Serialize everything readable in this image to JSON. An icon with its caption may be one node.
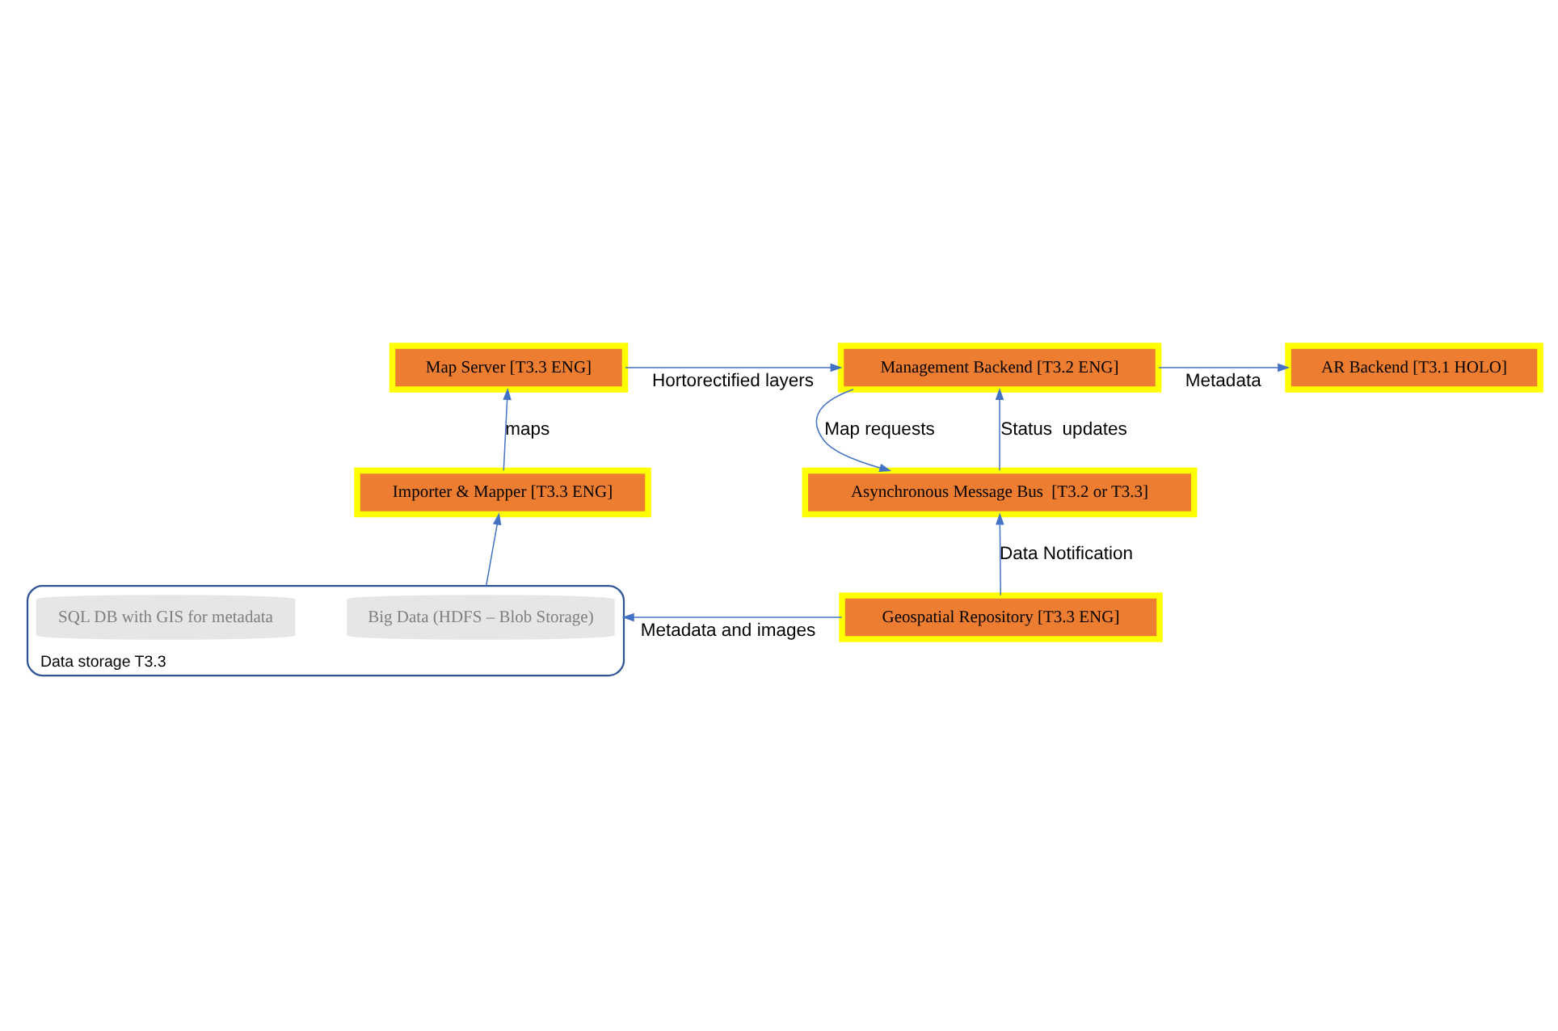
{
  "diagram": {
    "nodes": [
      {
        "text": [
          "AR Backend [T3.1 HOLO]"
        ]
      },
      {
        "text": [
          "Management Backend [T3.2 ENG]"
        ]
      },
      {
        "text": [
          "Map Server [T3.3 ENG]"
        ]
      },
      {
        "text": [
          "Asynchronous Message Bus  [T3.2 or T3.3]"
        ]
      },
      {
        "text": [
          "Importer & Mapper [T3.3 ENG]"
        ]
      },
      {
        "text": [
          "Geospatial Repository [T3.3 ENG]"
        ]
      },
      {
        "text": [
          "Data storage T3.3"
        ]
      },
      {
        "text": [
          "Big Data (HDFS – Blob Storage)"
        ],
        "in": 6
      },
      {
        "text": [
          "SQL DB with GIS for metadata"
        ],
        "in": 6
      }
    ],
    "edges": [
      {
        "from": 1,
        "to": 0,
        "arrow": "to",
        "label": "Metadata"
      },
      {
        "from": 2,
        "to": 1,
        "arrow": "to",
        "label": "Hortorectified layers"
      },
      {
        "from": 1,
        "to": 3,
        "arrow": "to",
        "label": "Map requests"
      },
      {
        "from": 3,
        "to": 1,
        "arrow": "to",
        "label": "Status  updates"
      },
      {
        "from": 4,
        "to": 2,
        "arrow": "to",
        "label": "maps"
      },
      {
        "from": 5,
        "to": 3,
        "arrow": "to",
        "label": "Data Notification"
      },
      {
        "from": 6,
        "to": 4,
        "arrow": "to"
      },
      {
        "from": 5,
        "to": 6,
        "arrow": "to",
        "label": "Metadata and images"
      }
    ]
  }
}
